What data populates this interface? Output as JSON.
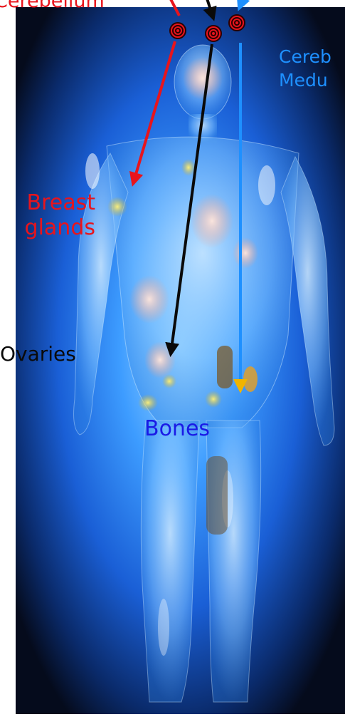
{
  "labels": {
    "cerebellum": "Cerebellum",
    "cereb_medu_line1": "Cereb",
    "cereb_medu_line2": "Medu",
    "breast_line1": "Breast",
    "breast_line2": "glands",
    "ovaries": "Ovaries",
    "bones": "Bones"
  },
  "colors": {
    "red": "#e8141c",
    "black": "#0a0a0a",
    "light_blue": "#1e90ff",
    "dark_blue": "#1a1ae6",
    "body_glow": "#3aa0ff",
    "background": "#0a1a3a"
  },
  "icons": {
    "target_marker": "concentric-target-icon",
    "figure": "human-body-illustration"
  }
}
